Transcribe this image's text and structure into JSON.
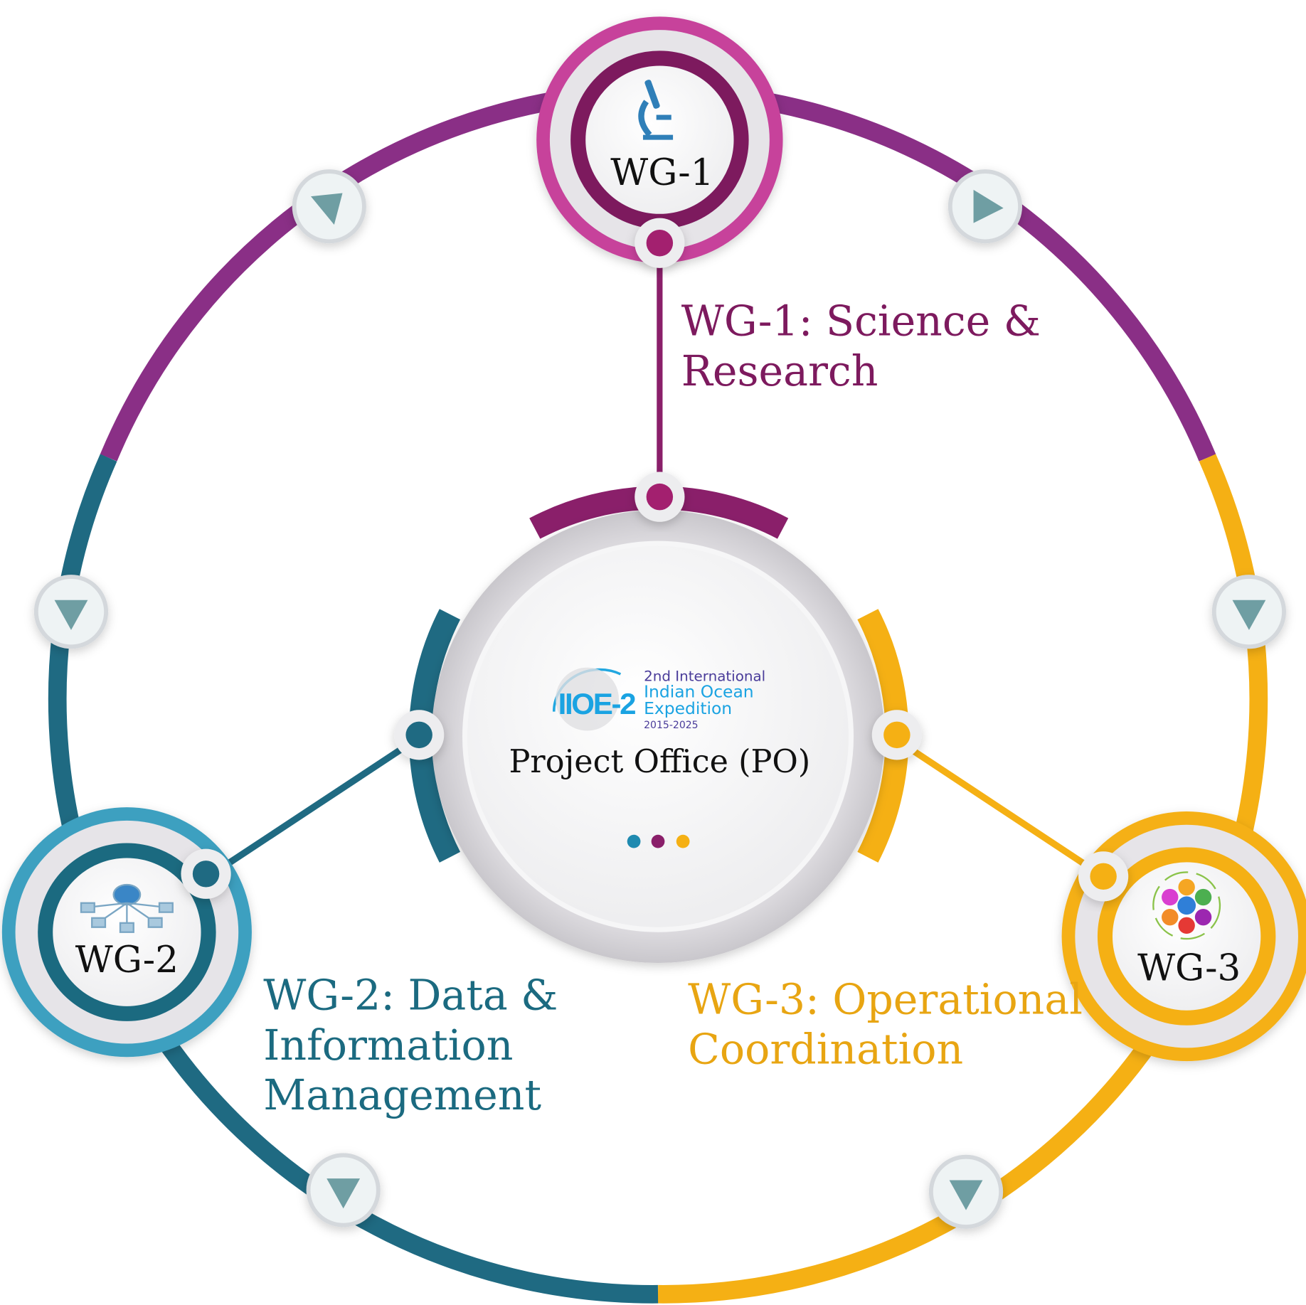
{
  "center": {
    "title": "Project Office (PO)",
    "logo": {
      "mark": "IIOE-2",
      "line1": "2nd International",
      "line2": "Indian Ocean",
      "line3": "Expedition",
      "years": "2015-2025"
    }
  },
  "nodes": [
    {
      "id": "WG-1",
      "label_lines": [
        "WG-1: Science &",
        "Research"
      ],
      "icon": "microscope-icon",
      "color": "#7d1a5e"
    },
    {
      "id": "WG-2",
      "label_lines": [
        "WG-2: Data &",
        "Information",
        "Management"
      ],
      "icon": "network-icon",
      "color": "#1b6a80"
    },
    {
      "id": "WG-3",
      "label_lines": [
        "WG-3: Operational",
        "Coordination"
      ],
      "icon": "gears-icon",
      "color": "#e8a512"
    }
  ],
  "colors": {
    "purple": "#8a2f86",
    "teal": "#1f6a82",
    "yellow": "#f5b014",
    "pink": "#c7439b",
    "lightblue": "#3ea0c0"
  }
}
